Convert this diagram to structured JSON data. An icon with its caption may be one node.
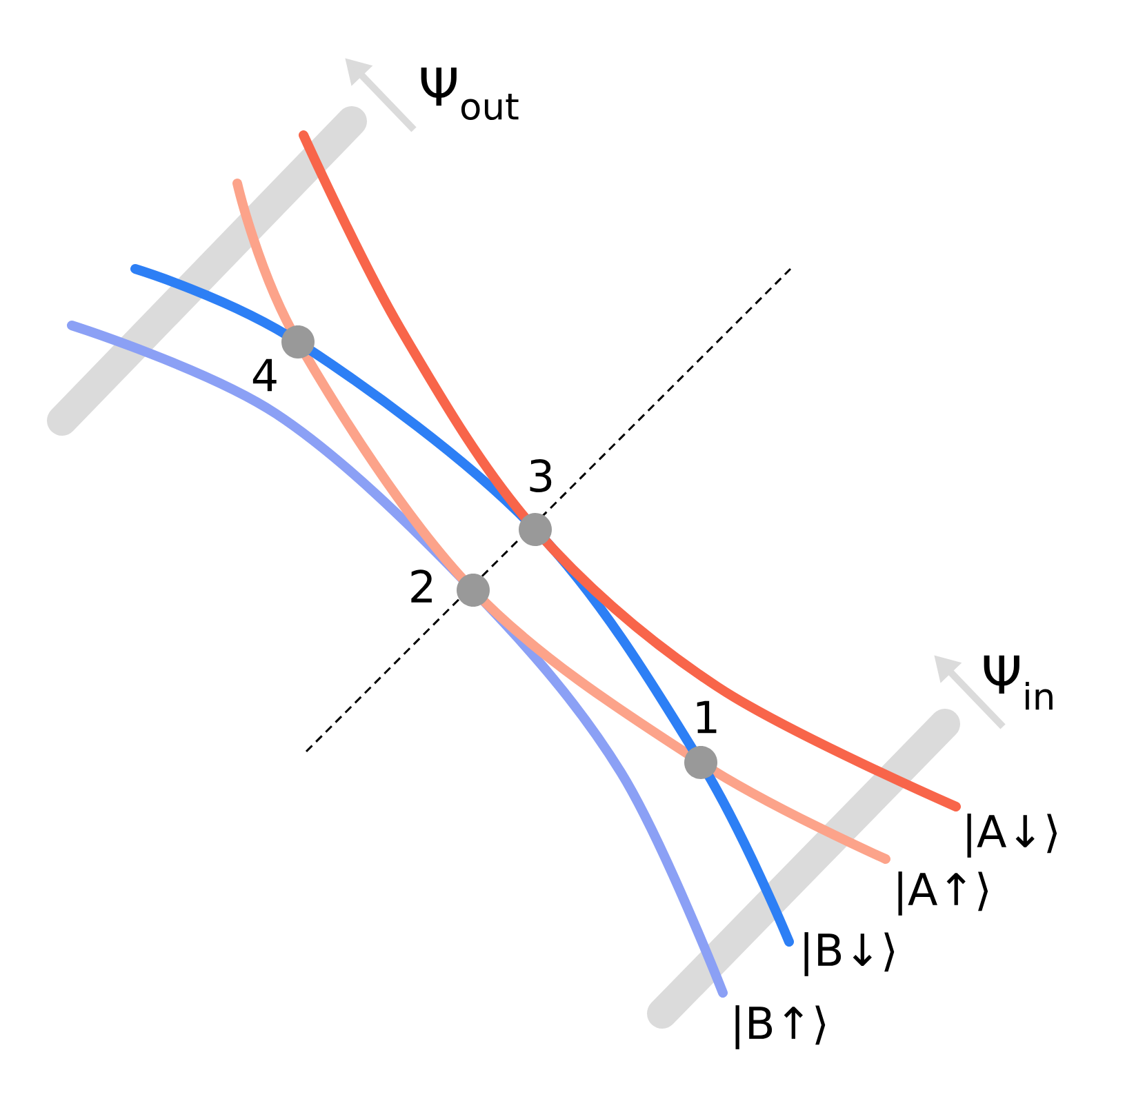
{
  "diagram": {
    "labels": [
      "Ψ$_{out}$",
      "4",
      "3",
      "2",
      "1",
      "Ψ$_{in}$",
      "|A↓⟩",
      "|A↑⟩",
      "|B↓⟩",
      "|B↑⟩"
    ]
  }
}
